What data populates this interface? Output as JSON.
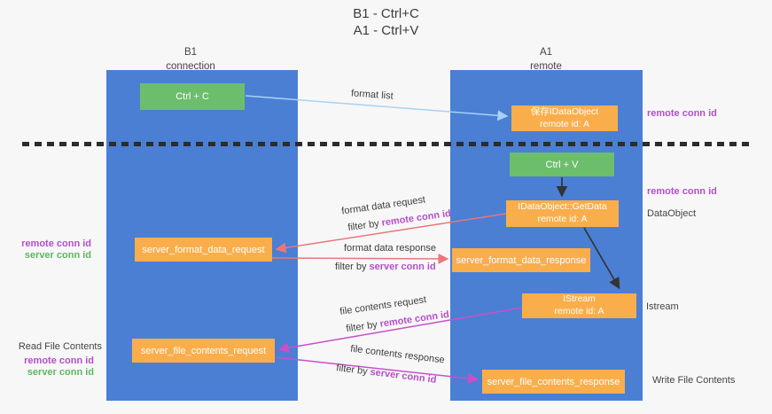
{
  "title": {
    "line1": "B1 - Ctrl+C",
    "line2": "A1 - Ctrl+V"
  },
  "lifelines": {
    "left": {
      "line1": "B1",
      "line2": "connection"
    },
    "right": {
      "line1": "A1",
      "line2": "remote"
    }
  },
  "nodes": {
    "ctrl_c": {
      "label": "Ctrl + C"
    },
    "ctrl_v": {
      "label": "Ctrl + V"
    },
    "save_dataobject": {
      "line1": "保存IDataObject",
      "line2": "remote id: A"
    },
    "getdata": {
      "line1": "IDataObject::GetData",
      "line2": "remote id: A"
    },
    "istream": {
      "line1": "IStream",
      "line2": "remote id: A"
    },
    "format_request": {
      "label": "server_format_data_request"
    },
    "format_response": {
      "label": "server_format_data_response"
    },
    "file_request": {
      "label": "server_file_contents_request"
    },
    "file_response": {
      "label": "server_file_contents_response"
    }
  },
  "labels": {
    "remote_conn_id": "remote conn id",
    "server_conn_id": "server conn id",
    "filter_by": "filter by",
    "format_list": "format list",
    "format_data_request": "format data request",
    "format_data_response": "format data response",
    "file_contents_request": "file contents request",
    "file_contents_response": "file contents response",
    "data_object": "DataObject",
    "istream_side": "Istream",
    "read_file_contents": "Read File Contents",
    "write_file_contents": "Write File Contents"
  },
  "colors": {
    "lifeline_blue": "#4a7fd4",
    "node_green": "#6cbe6c",
    "node_orange": "#f9ae4b",
    "arrow_light_blue": "#a9d2f0",
    "arrow_salmon": "#e87878",
    "arrow_magenta": "#c94fc9",
    "remote_conn_purple": "#b44fc8",
    "server_conn_green": "#5cb85f",
    "dashed_line": "#2c2c2c",
    "background": "#f7f7f8"
  }
}
